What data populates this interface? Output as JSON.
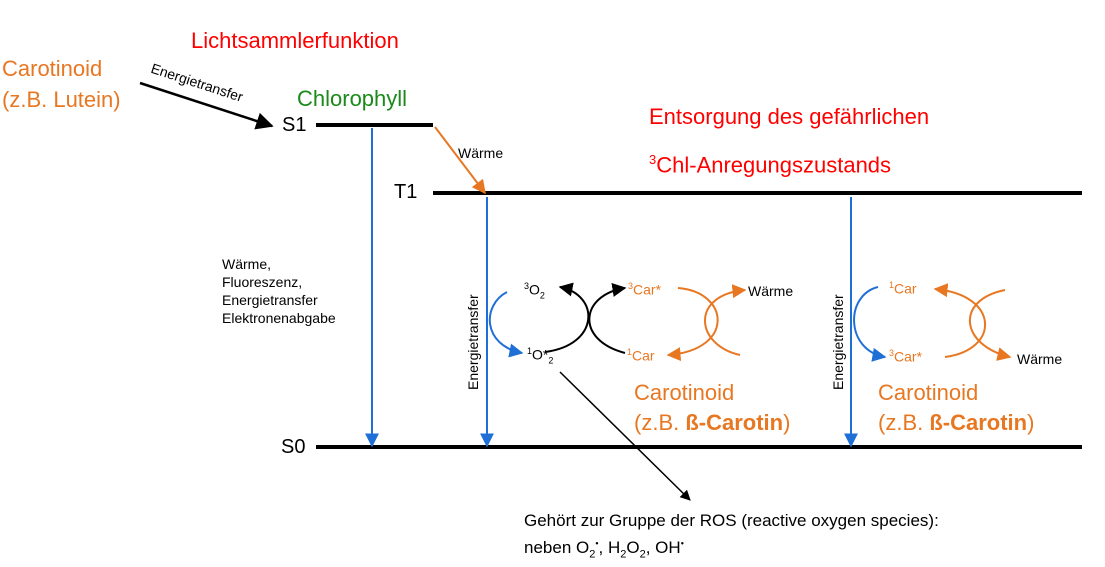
{
  "title_left": "Lichtsammlerfunktion",
  "carotinoid_lutein": {
    "line1": "Carotinoid",
    "line2": "(z.B. Lutein)"
  },
  "energietransfer_diag": "Energietransfer",
  "chlorophyll": "Chlorophyll",
  "levels": {
    "s1": "S1",
    "t1": "T1",
    "s0": "S0"
  },
  "waerme_orange_label": "Wärme",
  "title_right": {
    "line1": "Entsorgung des gefährlichen",
    "line2_sup": "3",
    "line2": "Chl-Anregungszustands"
  },
  "s1_decay_label": [
    "Wärme,",
    "Fluoreszenz,",
    "Energietransfer",
    "Elektronenabgabe"
  ],
  "energietransfer_vertical": "Energietransfer",
  "cycle1": {
    "o2_sup": "3",
    "o2": "O",
    "o2_sub": "2",
    "o2star_sup": "1",
    "o2star": "O*",
    "o2star_sub": "2",
    "car_star_sup": "3",
    "car_star": "Car*",
    "car_sup": "1",
    "car": "Car",
    "waerme": "Wärme",
    "label_line1": "Carotinoid",
    "label_line2_pre": "(z.B. ",
    "label_line2_bold": "ß-Carotin",
    "label_line2_post": ")"
  },
  "cycle2": {
    "car_sup": "1",
    "car": "Car",
    "car_star_sup": "3",
    "car_star": "Car*",
    "waerme": "Wärme",
    "label_line1": "Carotinoid",
    "label_line2_pre": "(z.B. ",
    "label_line2_bold": "ß-Carotin",
    "label_line2_post": ")"
  },
  "ros_note": {
    "line1": "Gehört zur Gruppe der ROS (reactive oxygen species):",
    "line2_pre": "neben O",
    "o2_sub": "2",
    "dot": "•",
    "sep1": ", H",
    "h_sub": "2",
    "o": "O",
    "o_sub": "2",
    "sep2": ", OH"
  },
  "colors": {
    "orange": "#e87722",
    "red": "#ff0000",
    "green": "#1a8a1a",
    "blue": "#1f6fd6",
    "black": "#000000"
  }
}
